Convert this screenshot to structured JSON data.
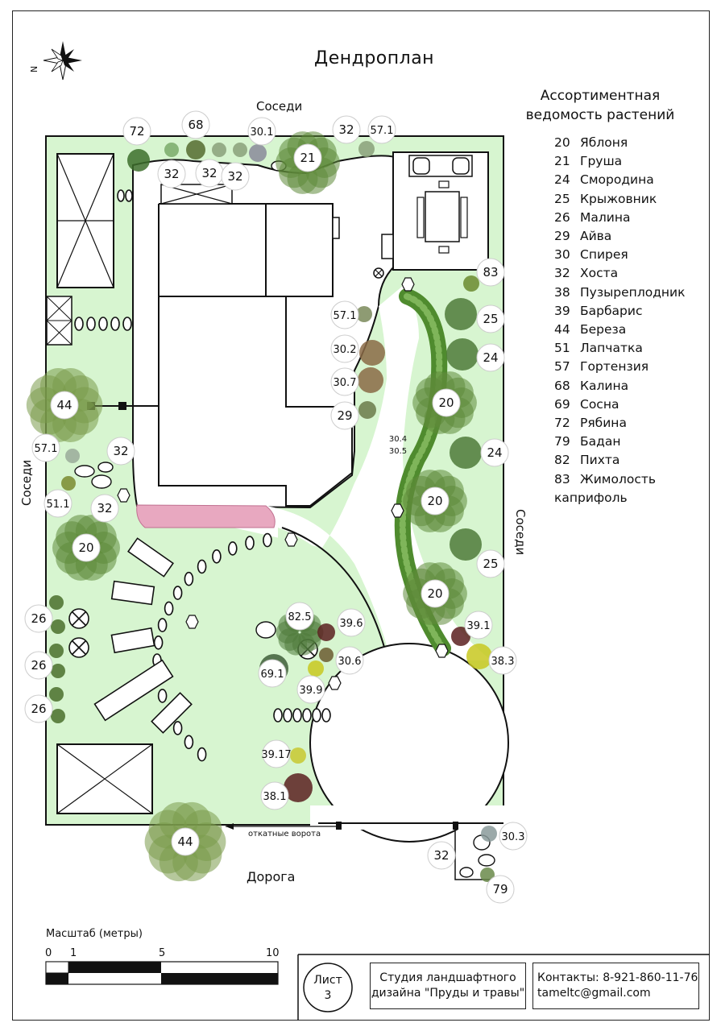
{
  "title": "Дендроплан",
  "legend": {
    "title_line1": "Ассортиментная",
    "title_line2": "ведомость растений",
    "items": [
      {
        "num": "20",
        "name": "Яблоня"
      },
      {
        "num": "21",
        "name": "Груша"
      },
      {
        "num": "24",
        "name": "Смородина"
      },
      {
        "num": "25",
        "name": "Крыжовник"
      },
      {
        "num": "26",
        "name": "Малина"
      },
      {
        "num": "29",
        "name": "Айва"
      },
      {
        "num": "30",
        "name": "Спирея"
      },
      {
        "num": "32",
        "name": "Хоста"
      },
      {
        "num": "38",
        "name": "Пузыреплодник"
      },
      {
        "num": "39",
        "name": "Барбарис"
      },
      {
        "num": "44",
        "name": "Береза"
      },
      {
        "num": "51",
        "name": "Лапчатка"
      },
      {
        "num": "57",
        "name": "Гортензия"
      },
      {
        "num": "68",
        "name": "Калина"
      },
      {
        "num": "69",
        "name": "Сосна"
      },
      {
        "num": "72",
        "name": "Рябина"
      },
      {
        "num": "79",
        "name": "Бадан"
      },
      {
        "num": "82",
        "name": "Пихта"
      },
      {
        "num": "83",
        "name": "Жимолость"
      }
    ],
    "last_line": "каприфоль"
  },
  "site_labels": {
    "neighbors_top": "Соседи",
    "neighbors_left": "Соседи",
    "neighbors_right": "Соседи",
    "road": "Дорога",
    "gate": "откатные ворота"
  },
  "plant_markers": [
    {
      "id": "m72",
      "label": "72"
    },
    {
      "id": "m68",
      "label": "68"
    },
    {
      "id": "m30_1",
      "label": "30.1"
    },
    {
      "id": "m32a",
      "label": "32"
    },
    {
      "id": "m57_1a",
      "label": "57.1"
    },
    {
      "id": "m21",
      "label": "21"
    },
    {
      "id": "m32b",
      "label": "32"
    },
    {
      "id": "m32c",
      "label": "32"
    },
    {
      "id": "m32d",
      "label": "32"
    },
    {
      "id": "m83",
      "label": "83"
    },
    {
      "id": "m57_1b",
      "label": "57.1"
    },
    {
      "id": "m25a",
      "label": "25"
    },
    {
      "id": "m30_2",
      "label": "30.2"
    },
    {
      "id": "m24a",
      "label": "24"
    },
    {
      "id": "m30_7",
      "label": "30.7"
    },
    {
      "id": "m44a",
      "label": "44"
    },
    {
      "id": "m20a",
      "label": "20"
    },
    {
      "id": "m29",
      "label": "29"
    },
    {
      "id": "m30_4",
      "label": "30.4"
    },
    {
      "id": "m30_5",
      "label": "30.5"
    },
    {
      "id": "m57_1c",
      "label": "57.1"
    },
    {
      "id": "m32e",
      "label": "32"
    },
    {
      "id": "m24b",
      "label": "24"
    },
    {
      "id": "m51_1",
      "label": "51.1"
    },
    {
      "id": "m32f",
      "label": "32"
    },
    {
      "id": "m20b",
      "label": "20"
    },
    {
      "id": "m20c",
      "label": "20"
    },
    {
      "id": "m25b",
      "label": "25"
    },
    {
      "id": "m20d",
      "label": "20"
    },
    {
      "id": "m82_5",
      "label": "82.5"
    },
    {
      "id": "m39_6",
      "label": "39.6"
    },
    {
      "id": "m26a",
      "label": "26"
    },
    {
      "id": "m39_1",
      "label": "39.1"
    },
    {
      "id": "m38_3",
      "label": "38.3"
    },
    {
      "id": "m30_6",
      "label": "30.6"
    },
    {
      "id": "m26b",
      "label": "26"
    },
    {
      "id": "m69_1",
      "label": "69.1"
    },
    {
      "id": "m39_9",
      "label": "39.9"
    },
    {
      "id": "m26c",
      "label": "26"
    },
    {
      "id": "m39_17",
      "label": "39.17"
    },
    {
      "id": "m38_1",
      "label": "38.1"
    },
    {
      "id": "m44b",
      "label": "44"
    },
    {
      "id": "m30_3",
      "label": "30.3"
    },
    {
      "id": "m32g",
      "label": "32"
    },
    {
      "id": "m79",
      "label": "79"
    }
  ],
  "scale": {
    "title": "Масштаб (метры)",
    "ticks": [
      "0",
      "1",
      "5",
      "10"
    ]
  },
  "title_block": {
    "sheet_line1": "Лист",
    "sheet_line2": "3",
    "studio_line1": "Студия ландшафтного",
    "studio_line2": "дизайна \"Пруды и травы\"",
    "contacts_line1": "Контакты: 8-921-860-11-76",
    "contacts_line2": "tameltc@gmail.com"
  },
  "colors": {
    "lawn": "#d7f5d0",
    "hedge": "#5f9a3a",
    "tree": "#5f8a3a",
    "pink_bed": "#e8a8c0",
    "line": "#111111"
  }
}
